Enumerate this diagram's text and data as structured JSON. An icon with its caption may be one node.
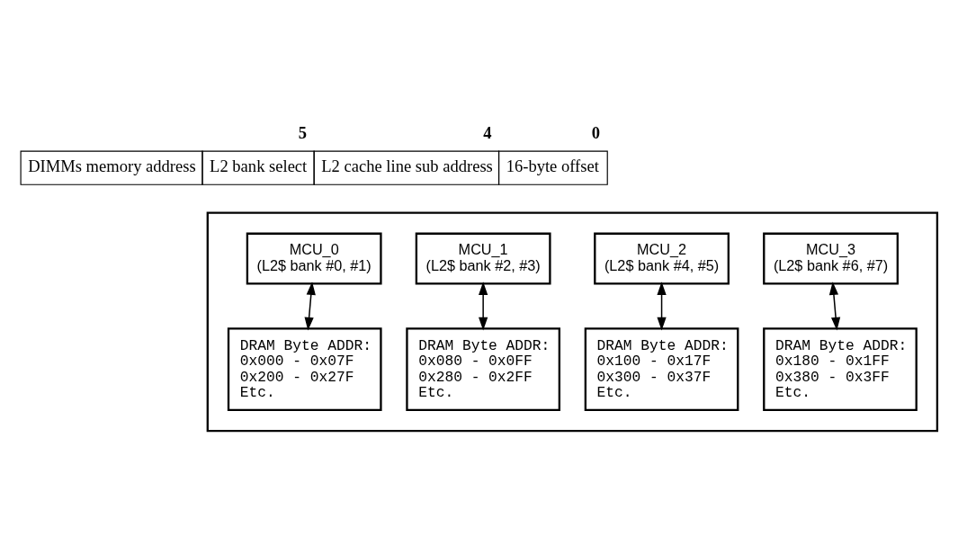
{
  "diagram": {
    "nodes": [
      {
        "text": [],
        "shape": "box"
      },
      {
        "text": [
          "MCU_0",
          "(L2$ bank #0, #1)"
        ],
        "in": 0
      },
      {
        "text": [
          "MCU_1",
          "(L2$ bank #2, #3)"
        ],
        "in": 0
      },
      {
        "text": [
          "MCU_2",
          "(L2$ bank #4, #5)"
        ],
        "in": 0
      },
      {
        "text": [
          "MCU_3",
          "(L2$ bank #6, #7)"
        ],
        "in": 0
      },
      {
        "text": [
          "DRAM Byte ADDR:",
          "0x000 - 0x07F",
          "0x200 - 0x27F",
          "Etc."
        ],
        "in": 0
      },
      {
        "text": [
          "DRAM Byte ADDR:",
          "0x080 - 0x0FF",
          "0x280 - 0x2FF",
          "Etc."
        ],
        "in": 0
      },
      {
        "text": [
          "DRAM Byte ADDR:",
          "0x100 - 0x17F",
          "0x300 - 0x37F",
          "Etc."
        ],
        "in": 0
      },
      {
        "text": [
          "DRAM Byte ADDR:",
          "0x180 - 0x1FF",
          "0x380 - 0x3FF",
          "Etc."
        ],
        "in": 0
      }
    ],
    "edges": [
      {
        "from": 1,
        "to": 5,
        "arrow": "both"
      },
      {
        "from": 2,
        "to": 6,
        "arrow": "both"
      },
      {
        "from": 3,
        "to": 7,
        "arrow": "both"
      },
      {
        "from": 4,
        "to": 8,
        "arrow": "both"
      }
    ],
    "labels": [
      "5",
      "4",
      "0",
      "DIMMs memory address",
      "L2 bank select",
      "L2 cache line sub address",
      "16-byte offset"
    ]
  }
}
